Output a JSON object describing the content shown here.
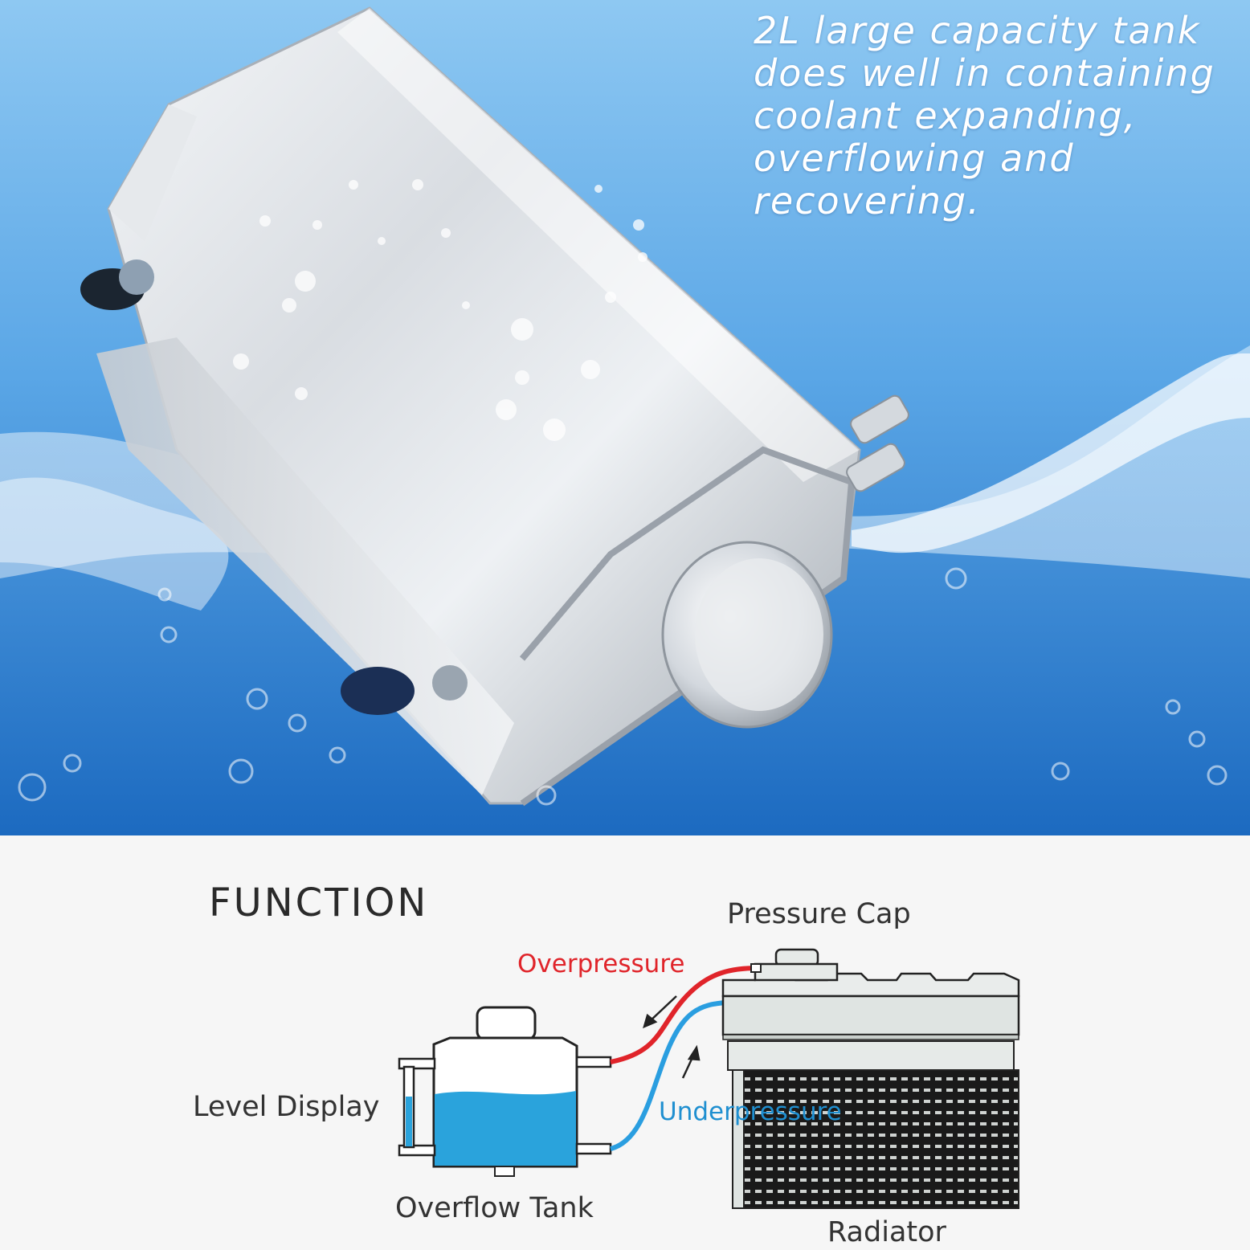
{
  "hero": {
    "text_lines": [
      "2L large capacity tank",
      "does well in containing",
      "coolant expanding,",
      "overflowing and",
      "recovering."
    ]
  },
  "function": {
    "title": "FUNCTION",
    "labels": {
      "pressure_cap": "Pressure Cap",
      "overpressure": "Overpressure",
      "level_display": "Level Display",
      "underpressure": "Underpressure",
      "overflow_tank": "Overflow Tank",
      "radiator": "Radiator"
    }
  },
  "colors": {
    "overpressure": "#e0242a",
    "underpressure": "#1f8fd0",
    "coolant": "#2aa3dc",
    "sky_top": "#8cc6f0",
    "sea_bottom": "#1d6fc4"
  },
  "icons": [
    "coolant-tank-image",
    "water-splash-image",
    "overflow-tank-icon",
    "radiator-icon",
    "pressure-cap-icon"
  ]
}
